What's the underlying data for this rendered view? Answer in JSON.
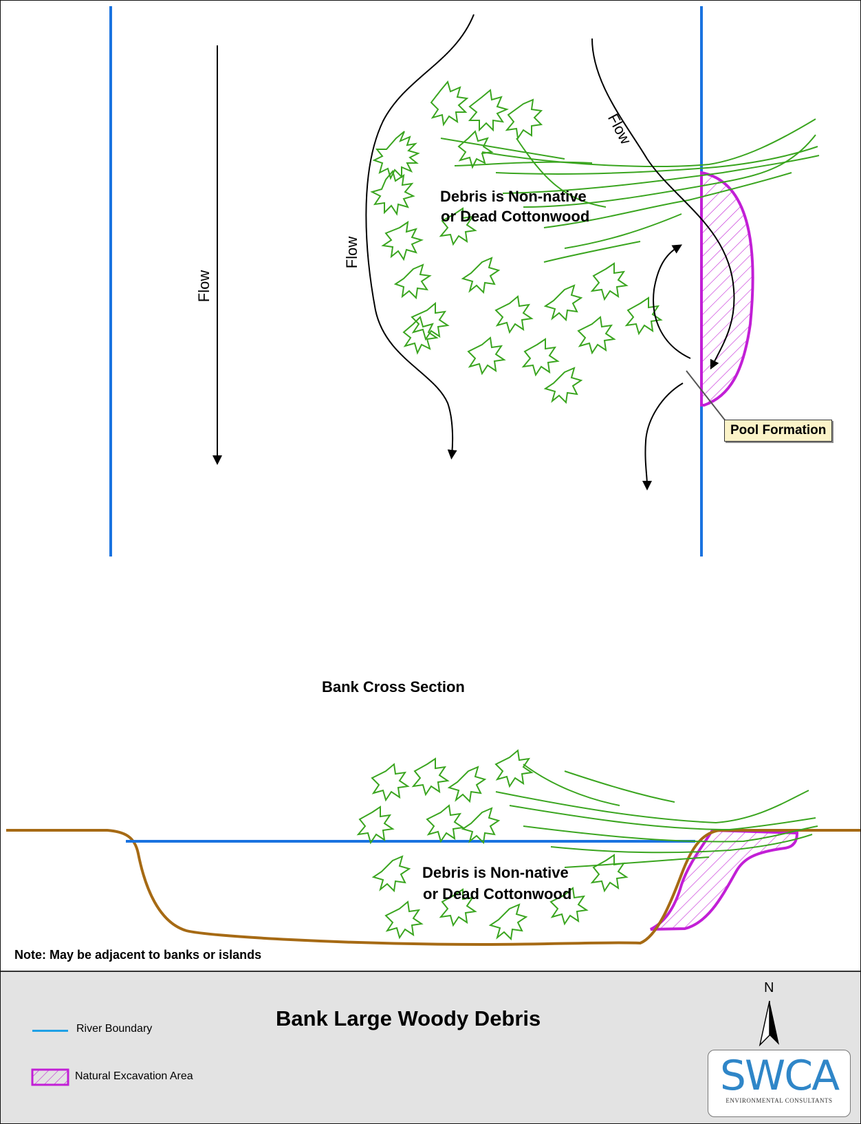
{
  "labels": {
    "flow_main": "Flow",
    "flow_left_curve": "Flow",
    "flow_right_curve": "Flow",
    "debris_plan_line1": "Debris is Non-native",
    "debris_plan_line2": "or Dead Cottonwood",
    "pool_formation": "Pool Formation",
    "cross_section_title": "Bank Cross Section",
    "debris_section_line1": "Debris is Non-native",
    "debris_section_line2": "or Dead Cottonwood",
    "note": "Note: May be adjacent to banks or islands"
  },
  "legend": {
    "title": "Bank Large Woody Debris",
    "items": [
      {
        "label": "River Boundary",
        "color": "#1ea0e6",
        "symbol": "line"
      },
      {
        "label": "Natural Excavation Area",
        "color": "#c21fd6",
        "symbol": "hatched-box"
      }
    ]
  },
  "north_arrow": {
    "label": "N"
  },
  "logo": {
    "word": "SWCA",
    "subtitle": "ENVIRONMENTAL CONSULTANTS"
  },
  "colors": {
    "river_boundary": "#1a73e0",
    "debris": "#3aa51f",
    "excavation": "#c21fd6",
    "ground": "#a66a14",
    "flow_arrow": "#000000",
    "legend_background": "#e3e3e3"
  }
}
